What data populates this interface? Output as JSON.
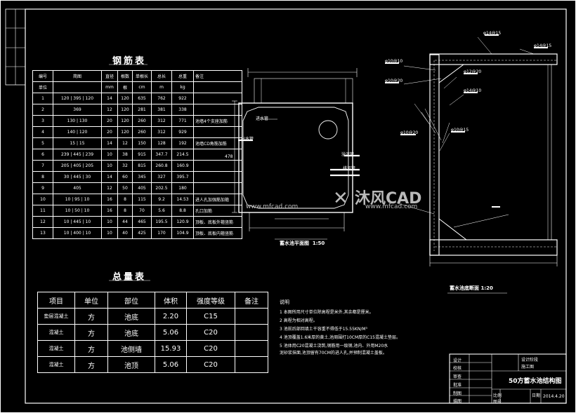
{
  "rebar_table": {
    "title": "钢筋表",
    "header_row1": [
      "编号",
      "简图",
      "直径",
      "根数",
      "单根长",
      "总长",
      "总重",
      "备注"
    ],
    "header_row2": [
      "单位",
      "",
      "mm",
      "根",
      "cm",
      "m",
      "kg",
      ""
    ],
    "rows": [
      [
        "1",
        "120 | 395 | 120",
        "14",
        "120",
        "635",
        "762",
        "922",
        ""
      ],
      [
        "2",
        "369",
        "12",
        "120",
        "281",
        "381",
        "338",
        ""
      ],
      [
        "3",
        "130 | 130",
        "20",
        "120",
        "260",
        "312",
        "771",
        "池墙4个支座加筋"
      ],
      [
        "4",
        "140 | 120",
        "20",
        "120",
        "260",
        "312",
        "929",
        ""
      ],
      [
        "5",
        "15 | 15",
        "14",
        "12",
        "150",
        "128",
        "192",
        "池墙CD角筋加筋"
      ],
      [
        "6",
        "239 | 445 | 239",
        "10",
        "38",
        "915",
        "347.7",
        "214.5",
        ""
      ],
      [
        "7",
        "205 | 405 | 205",
        "10",
        "32",
        "815",
        "260.8",
        "160.9",
        ""
      ],
      [
        "8",
        "30 | 445 | 30",
        "14",
        "60",
        "345",
        "327",
        "395.7",
        ""
      ],
      [
        "9",
        "405",
        "12",
        "50",
        "405",
        "202.5",
        "180",
        ""
      ],
      [
        "10",
        "10 | 95 | 10",
        "16",
        "8",
        "115",
        "9.2",
        "14.53",
        "进人孔加强筋加箍"
      ],
      [
        "11",
        "10 | 50 | 10",
        "16",
        "8",
        "70",
        "5.6",
        "8.8",
        "孔口加筋"
      ],
      [
        "12",
        "10 | 445 | 10",
        "10",
        "44",
        "465",
        "195.5",
        "120.9",
        "顶板、底板外箍竖筋"
      ],
      [
        "13",
        "10 | 400 | 10",
        "10",
        "40",
        "425",
        "170",
        "104.9",
        "顶板、底板内箍竖筋"
      ]
    ]
  },
  "total_table": {
    "title": "总量表",
    "headers": [
      "项目",
      "单位",
      "部位",
      "体积",
      "强度等级",
      "备注"
    ],
    "rows": [
      [
        "垫层混凝土",
        "方",
        "池底",
        "2.20",
        "C15",
        ""
      ],
      [
        "混凝土",
        "方",
        "池底",
        "5.06",
        "C20",
        ""
      ],
      [
        "混凝土",
        "方",
        "池侧墙",
        "15.93",
        "C20",
        ""
      ],
      [
        "混凝土",
        "方",
        "池顶",
        "5.06",
        "C20",
        ""
      ]
    ]
  },
  "plan_view": {
    "caption": "蓄水池平面图",
    "scale": "1:50",
    "labels": [
      "进水管",
      "出水管",
      "溢流管",
      "排污管"
    ],
    "dim_side": "478"
  },
  "section_view": {
    "caption": "蓄水池底断面",
    "scale": "1:20",
    "rebar_tags": [
      "φ14@15",
      "φ10@10",
      "φ12@20",
      "φ10@20",
      "φ14@10",
      "φ10@15"
    ]
  },
  "notes": {
    "heading": "说明",
    "items": [
      "1  本图所用尺寸单位除高程是米外,其余都是厘米。",
      "2  高程为相对高程。",
      "3  池前后部回填土干容重不得低于15.55KN/M³",
      "4  池顶覆盖1.6米厚的黄土,池周围打10CM厚的C15混凝土垫层。",
      "5  池体用C20混凝土浇筑,钢筋用一级钢,池内、外用M20水",
      "   泥砂浆抹面,池顶留有70CM的进人孔,并预制混凝土盖板。"
    ]
  },
  "title_block": {
    "drawing_title": "50方蓄水池结构图",
    "date": "2014.4.20",
    "left_labels": [
      "设计",
      "校核",
      "审查",
      "批准",
      "制图",
      "描图"
    ],
    "top_labels": [
      "设计阶段",
      "施工图"
    ],
    "bottom_labels": [
      "比例",
      "日期",
      "图号"
    ]
  },
  "watermark": {
    "logo": "沐风CAD",
    "url": "www.mfcad.com"
  }
}
